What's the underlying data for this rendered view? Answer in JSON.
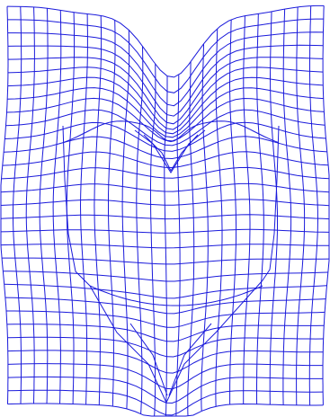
{
  "figure": {
    "kind": "deformed-grid-mesh",
    "line_color": "#1a1adb",
    "background_color": "#ffffff",
    "grid": {
      "columns": 24,
      "rows": 30
    },
    "features": [
      "top-center-v-notch",
      "heart-shaped-upper-contour",
      "lower-bulge-contour",
      "bottom-center-v-point"
    ]
  }
}
